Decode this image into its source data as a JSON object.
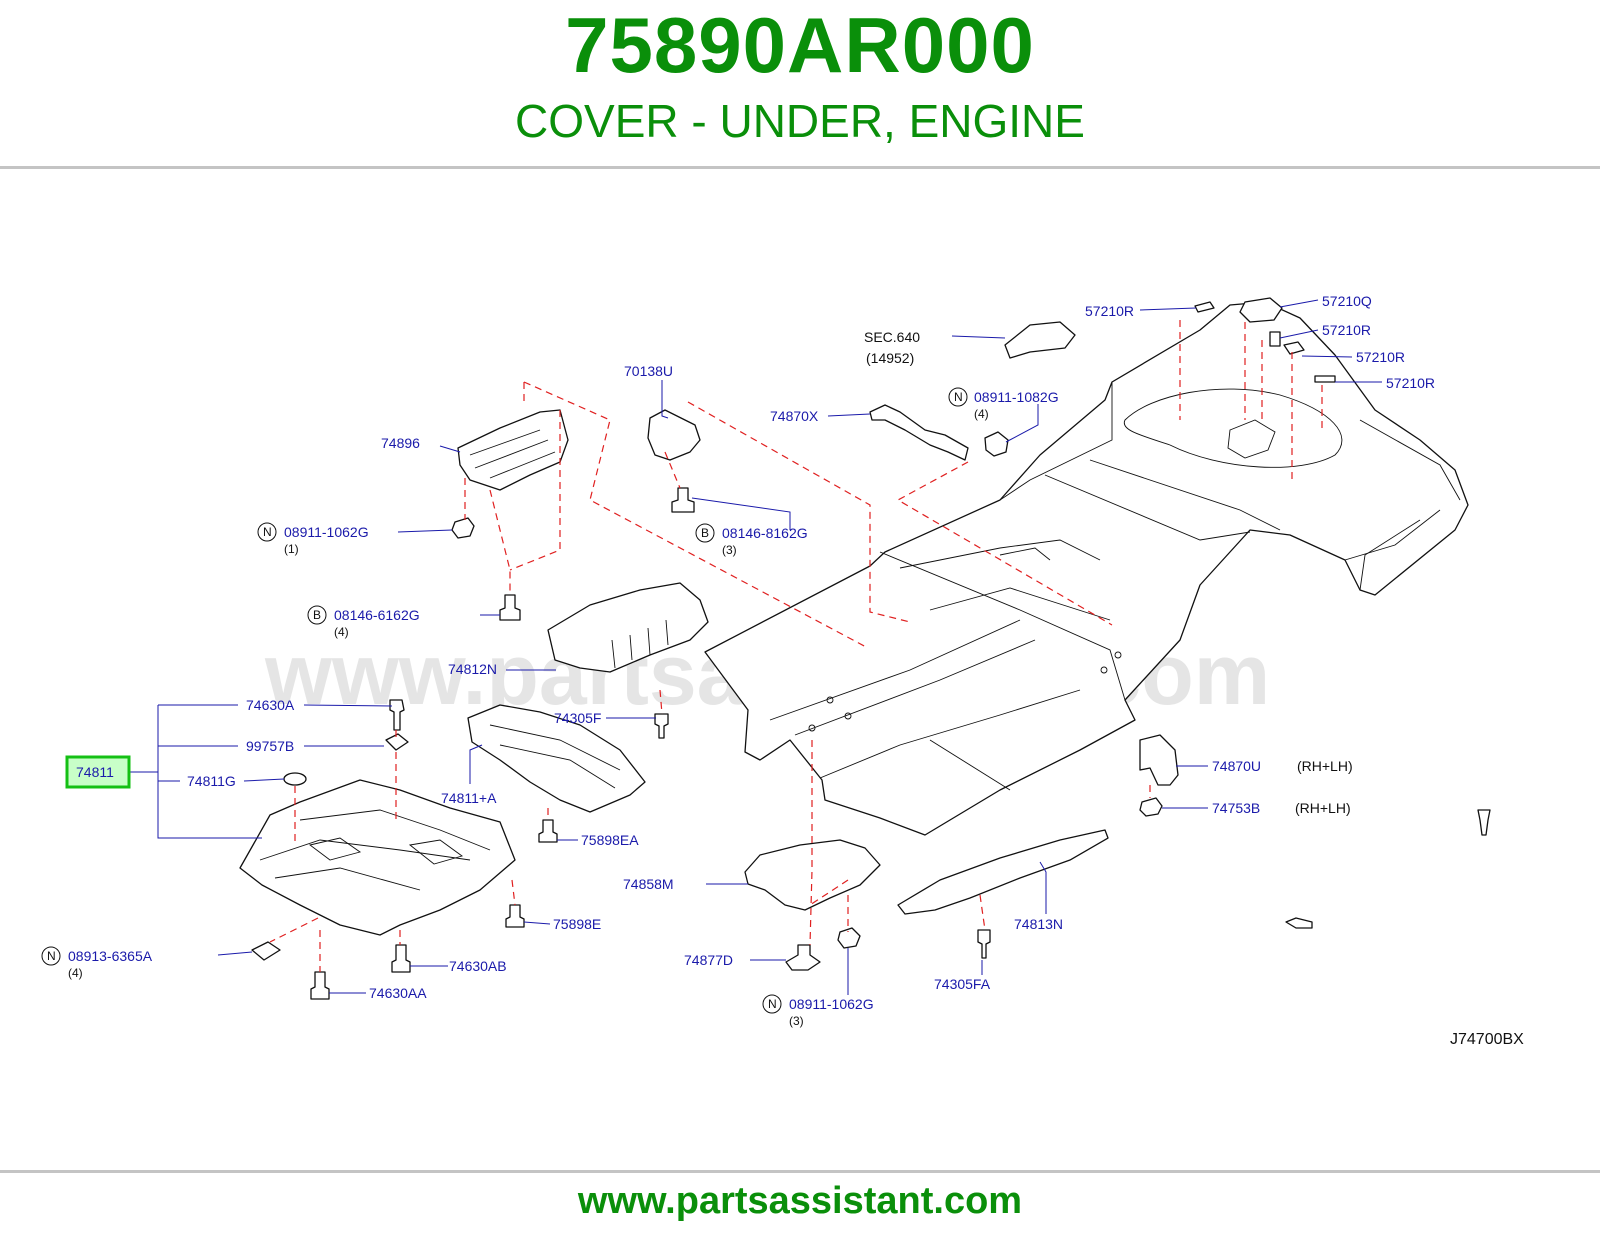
{
  "header": {
    "part_number": "75890AR000",
    "description": "COVER - UNDER, ENGINE"
  },
  "footer": {
    "website": "www.partsassistant.com"
  },
  "watermark": "www.partsassistant.com",
  "diagram": {
    "code": "J74700BX",
    "highlighted_part": "74811",
    "colors": {
      "brand_green": "#0a8f0a",
      "label_blue": "#1a1aaa",
      "dashed_red": "#e02020",
      "highlight": "#14c014"
    },
    "labels": {
      "p57210R_a": "57210R",
      "p57210Q": "57210Q",
      "p57210R_b": "57210R",
      "p57210R_c": "57210R",
      "p57210R_d": "57210R",
      "sec640": "SEC.640",
      "sec640_ref": "(14952)",
      "p70138U": "70138U",
      "p74870X": "74870X",
      "p08911_1082G": "08911-1082G",
      "p08911_1082G_qty": "(4)",
      "p74896": "74896",
      "p08911_1062G_a": "08911-1062G",
      "p08911_1062G_a_qty": "(1)",
      "p08146_8162G": "08146-8162G",
      "p08146_8162G_qty": "(3)",
      "p08146_6162G": "08146-6162G",
      "p08146_6162G_qty": "(4)",
      "p74812N": "74812N",
      "p74630A": "74630A",
      "p74305F": "74305F",
      "p99757B": "99757B",
      "p74811": "74811",
      "p74811G": "74811G",
      "p74811A": "74811+A",
      "p75898EA": "75898EA",
      "p74870U": "74870U",
      "p74870U_side": "(RH+LH)",
      "p74753B": "74753B",
      "p74753B_side": "(RH+LH)",
      "p74858M": "74858M",
      "p74813N": "74813N",
      "p75898E": "75898E",
      "p08913_6365A": "08913-6365A",
      "p08913_6365A_qty": "(4)",
      "p74630AB": "74630AB",
      "p74877D": "74877D",
      "p74305FA": "74305FA",
      "p74630AA": "74630AA",
      "p08911_1062G_b": "08911-1062G",
      "p08911_1062G_b_qty": "(3)"
    },
    "prefixes": {
      "N": "N",
      "B": "B"
    }
  }
}
